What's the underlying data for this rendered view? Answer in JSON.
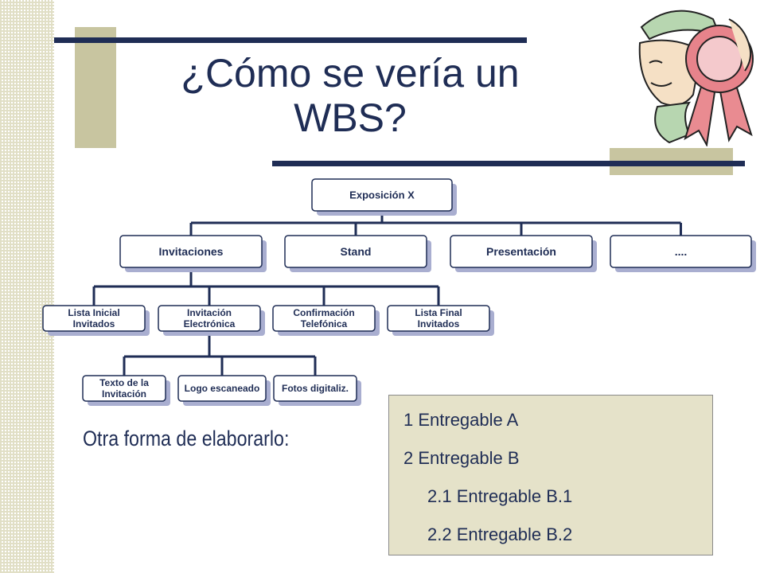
{
  "title": {
    "line1": "¿Cómo se vería un",
    "line2": "WBS?"
  },
  "colors": {
    "navy": "#1f2d55",
    "olive": "#c8c5a0",
    "node_fill": "#ffffff",
    "node_shadow": "#a9aed0",
    "box_fill": "#e5e2c9"
  },
  "wbs": {
    "root": {
      "id": "root",
      "label": "Exposición X"
    },
    "level1": [
      {
        "id": "l1-invitaciones",
        "label": "Invitaciones"
      },
      {
        "id": "l1-stand",
        "label": "Stand"
      },
      {
        "id": "l1-presentacion",
        "label": "Presentación"
      },
      {
        "id": "l1-more",
        "label": "...."
      }
    ],
    "level2": [
      {
        "id": "l2-lista-inicial",
        "lines": [
          "Lista Inicial",
          "Invitados"
        ]
      },
      {
        "id": "l2-invitacion-electronica",
        "lines": [
          "Invitación",
          "Electrónica"
        ]
      },
      {
        "id": "l2-confirmacion",
        "lines": [
          "Confirmación",
          "Telefónica"
        ]
      },
      {
        "id": "l2-lista-final",
        "lines": [
          "Lista Final",
          "Invitados"
        ]
      }
    ],
    "level3": [
      {
        "id": "l3-texto",
        "lines": [
          "Texto de la",
          "Invitación"
        ]
      },
      {
        "id": "l3-logo",
        "lines": [
          "Logo escaneado"
        ]
      },
      {
        "id": "l3-fotos",
        "lines": [
          "Fotos digitaliz."
        ]
      }
    ]
  },
  "subtitle": "Otra forma de elaborarlo:",
  "outline": [
    "1 Entregable A",
    "2 Entregable B",
    "2.1 Entregable B.1",
    "2.2 Entregable B.2"
  ],
  "clipart": {
    "icon": "award-ribbon-person-icon"
  }
}
